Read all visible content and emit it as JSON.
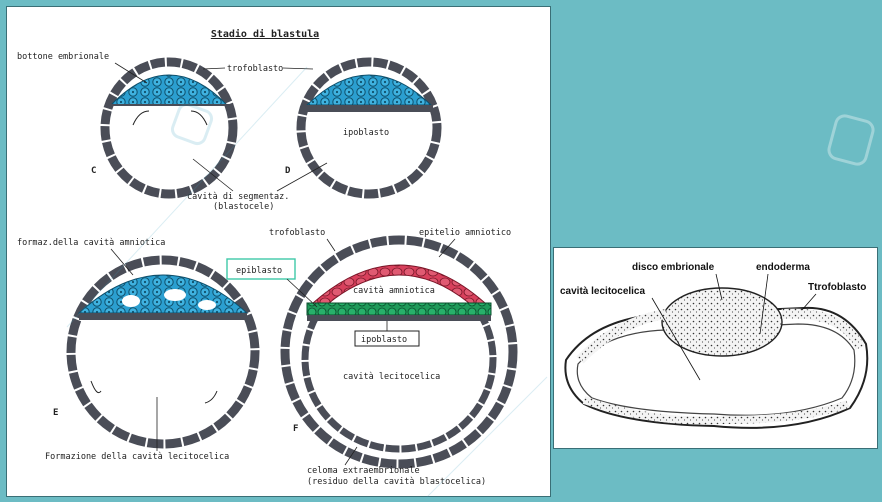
{
  "left_figure": {
    "title": "Stadio di blastula",
    "labels": {
      "bottone_embrionale": "bottone embrionale",
      "trofoblasto_top": "trofoblasto",
      "ipoblasto_D": "ipoblasto",
      "cavita_segmentaz_1": "cavità di segmentaz.",
      "cavita_segmentaz_2": "(blastocele)",
      "formaz_cavita_amniotica": "formaz.della cavità amniotica",
      "trofoblasto_F": "trofoblasto",
      "epitelio_amniotico": "epitelio amniotico",
      "epiblasto": "epiblasto",
      "cavita_amniotica": "cavità amniotica",
      "ipoblasto_F": "ipoblasto",
      "cavita_lecitocelica": "cavità lecitocelica",
      "formazione_cavita": "Formazione della cavità lecitocelica",
      "celoma_1": "celoma extraembrionale",
      "celoma_2": "(residuo della cavità blastocelica)"
    },
    "panel_letters": [
      "C",
      "D",
      "E",
      "F"
    ]
  },
  "right_figure": {
    "labels": {
      "disco_embrionale": "disco embrionale",
      "endoderma": "endoderma",
      "trofoblasto": "Ttrofoblasto",
      "cavita_lecitocelica": "cavità lecitocelica"
    }
  },
  "colors": {
    "background": "#6cbcc4",
    "embryoblast": "#2b9fd0",
    "cell_wall": "#4a4d57",
    "amnion": "#d8405c",
    "epiblast": "#1f9a5a",
    "epiblast_box": "#3ec9a8"
  },
  "icons": [
    "logo-watermark-icon"
  ]
}
